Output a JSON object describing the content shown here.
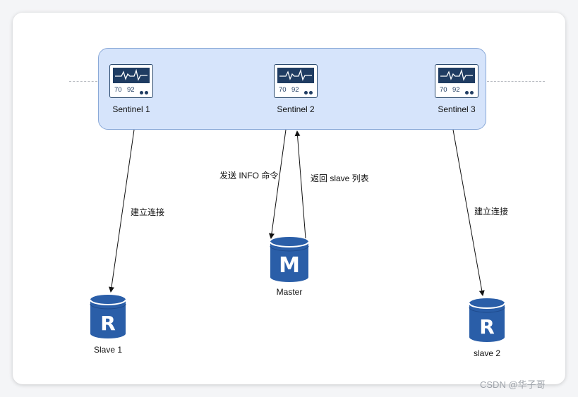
{
  "sentinels": [
    {
      "label": "Sentinel 1",
      "readout_a": "70",
      "readout_b": "92"
    },
    {
      "label": "Sentinel 2",
      "readout_a": "70",
      "readout_b": "92"
    },
    {
      "label": "Sentinel 3",
      "readout_a": "70",
      "readout_b": "92"
    }
  ],
  "nodes": {
    "master": {
      "letter": "M",
      "label": "Master"
    },
    "slave1": {
      "letter": "R",
      "label": "Slave 1"
    },
    "slave2": {
      "letter": "R",
      "label": "slave 2"
    }
  },
  "edges": {
    "s1_to_slave1": "建立连接",
    "s2_to_master": "发送 INFO 命令",
    "master_to_s2": "返回 slave 列表",
    "s3_to_slave2": "建立连接"
  },
  "colors": {
    "group_fill": "#d6e4fb",
    "group_border": "#8aa9d8",
    "monitor_screen": "#1f3c62",
    "db_blue": "#2a5ea8",
    "db_dark": "#1e4a8c"
  },
  "watermark": "CSDN @华子哥"
}
